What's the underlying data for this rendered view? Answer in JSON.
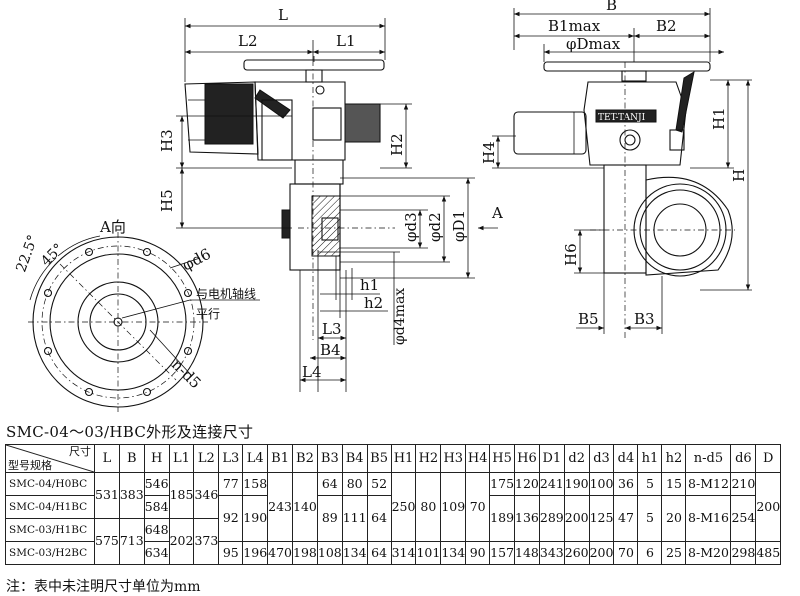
{
  "drawing": {
    "dims_front": {
      "L": "L",
      "L2": "L2",
      "L1": "L1",
      "H3": "H3",
      "H2": "H2",
      "H5": "H5",
      "d3": "φd3",
      "d2": "φd2",
      "D1": "φD1",
      "h1": "h1",
      "h2": "h2",
      "d4": "φd4max",
      "L3": "L3",
      "B4": "B4",
      "L4": "L4",
      "A": "A"
    },
    "dims_side": {
      "B": "B",
      "B1": "B1max",
      "B2": "B2",
      "D": "φDmax",
      "H1": "H1",
      "H": "H",
      "H4": "H4",
      "H6": "H6",
      "B5": "B5",
      "B3": "B3",
      "brand": "TET-TANJI"
    },
    "dims_flange": {
      "view": "A向",
      "angle1": "22.5°",
      "angle2": "45°",
      "d6": "φd6",
      "nd5": "n-d5",
      "note1": "与电机轴线",
      "note2": "平行"
    }
  },
  "table": {
    "title": "SMC-04～03/HBC外形及连接尺寸",
    "corner_top": "尺寸",
    "corner_bottom": "型号规格",
    "columns": [
      "L",
      "B",
      "H",
      "L1",
      "L2",
      "L3",
      "L4",
      "B1",
      "B2",
      "B3",
      "B4",
      "B5",
      "H1",
      "H2",
      "H3",
      "H4",
      "H5",
      "H6",
      "D1",
      "d2",
      "d3",
      "d4",
      "h1",
      "h2",
      "n-d5",
      "d6",
      "D"
    ],
    "models": [
      "SMC-04/H0BC",
      "SMC-04/H1BC",
      "SMC-03/H1BC",
      "SMC-03/H2BC"
    ],
    "values": {
      "L_a": "531",
      "B_a": "383",
      "H_1": "546",
      "H_2": "584",
      "L1_a": "185",
      "L2_a": "346",
      "L3_1": "77",
      "L4_1": "158",
      "B1_a": "243",
      "B2_a": "140",
      "B3_1": "64",
      "B4_1": "80",
      "B5_1": "52",
      "H1_a": "250",
      "H2_a": "80",
      "H3_a": "109",
      "H4_a": "70",
      "H5_1": "175",
      "H6_1": "120",
      "D1_1": "241",
      "d2_1": "190",
      "d3_1": "100",
      "d4_1": "36",
      "h1_1": "5",
      "h2_1": "15",
      "nd5_1": "8-M12",
      "d6_1": "210",
      "D_a": "200",
      "L3_2": "92",
      "L4_2": "190",
      "B3_2": "89",
      "B4_2": "111",
      "B5_2": "64",
      "H5_2": "189",
      "H6_2": "136",
      "D1_2": "289",
      "d2_2": "200",
      "d3_2": "125",
      "d4_2": "47",
      "h1_2": "5",
      "h2_2": "20",
      "nd5_2": "8-M16",
      "d6_2": "254",
      "L_b": "575",
      "B_b": "713",
      "H_3": "648",
      "H_4": "634",
      "L1_b": "202",
      "L2_b": "373",
      "L3_4": "95",
      "L4_4": "196",
      "B1_b": "470",
      "B2_b": "198",
      "B3_4": "108",
      "B4_4": "134",
      "B5_4": "64",
      "H1_b": "314",
      "H2_b": "101",
      "H3_b": "134",
      "H4_b": "90",
      "H5_4": "157",
      "H6_4": "148",
      "D1_4": "343",
      "d2_4": "260",
      "d3_4": "200",
      "d4_4": "70",
      "h1_4": "6",
      "h2_4": "25",
      "nd5_4": "8-M20",
      "d6_4": "298",
      "D_b": "485"
    }
  },
  "note": "注：表中未注明尺寸单位为mm"
}
